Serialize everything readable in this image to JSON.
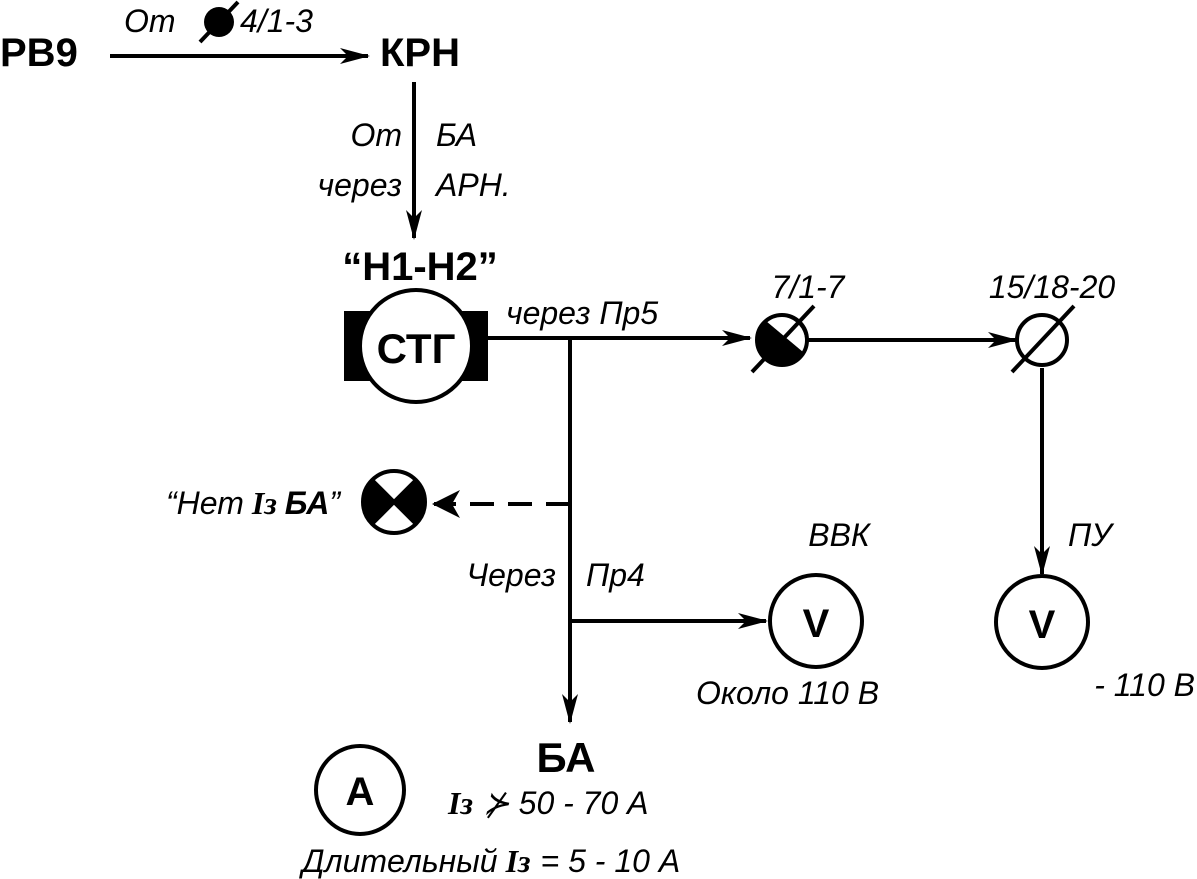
{
  "nodes": {
    "rv9": "РВ9",
    "krn": "КРН",
    "h1h2": "“Н1-Н2”",
    "stg": "СТГ",
    "ba": "БА",
    "voltmeter_vvk": "V",
    "voltmeter_pu": "V",
    "ammeter": "А"
  },
  "labels": {
    "from_contact_prefix": "От",
    "from_contact_suffix": "4/1-3",
    "from_ba_1": "От",
    "from_ba_2": "БА",
    "via_arn_1": "через",
    "via_arn_2": "АРН.",
    "via_pr5": "через Пр5",
    "contact_7_1_7": "7/1-7",
    "contact_15_18_20": "15/18-20",
    "lamp_label_open": "“Нет",
    "lamp_label_iz": "Iз",
    "lamp_label_ba": "БА",
    "lamp_label_close": "”",
    "via_pr4_1": "Через",
    "via_pr4_2": "Пр4",
    "vvk": "ВВК",
    "pu": "ПУ",
    "about_110": "Около 110 В",
    "minus_110": "- 110 В",
    "iz_max_sym": "Iз",
    "iz_max_rest": "⊁ 50 - 70 А",
    "long_iz_prefix": "Длительный",
    "long_iz_sym": "Iз",
    "long_iz_rest": "= 5 - 10 А"
  }
}
